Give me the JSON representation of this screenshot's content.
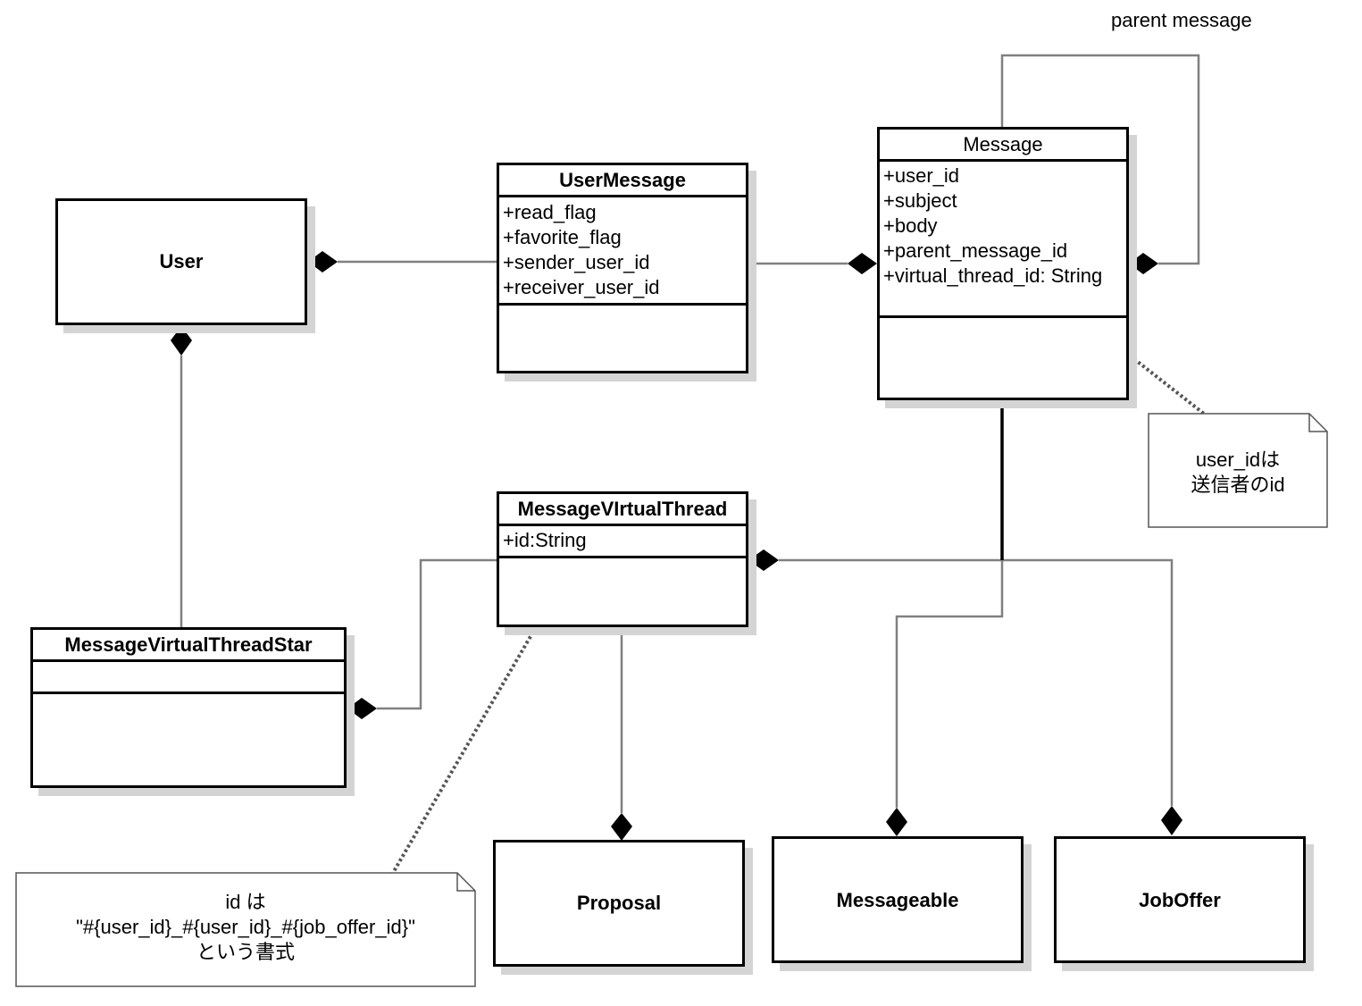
{
  "labels": {
    "parent_message": "parent message"
  },
  "classes": {
    "user": {
      "name": "User"
    },
    "user_message": {
      "name": "UserMessage",
      "attributes": [
        "+read_flag",
        "+favorite_flag",
        "+sender_user_id",
        "+receiver_user_id"
      ]
    },
    "message": {
      "name": "Message",
      "attributes": [
        "+user_id",
        "+subject",
        "+body",
        "+parent_message_id",
        "+virtual_thread_id: String"
      ]
    },
    "message_virtual_thread": {
      "name": "MessageVIrtualThread",
      "attributes": [
        "+id:String"
      ]
    },
    "message_virtual_thread_star": {
      "name": "MessageVirtualThreadStar"
    },
    "proposal": {
      "name": "Proposal"
    },
    "messageable": {
      "name": "Messageable"
    },
    "job_offer": {
      "name": "JobOffer"
    }
  },
  "notes": {
    "user_id_note": [
      "user_idは",
      "送信者のid"
    ],
    "id_format_note": [
      "id は",
      "\"#{user_id}_#{user_id}_#{job_offer_id}\"",
      "という書式"
    ]
  },
  "colors": {
    "line": "#808080",
    "border": "#000000",
    "shadow": "#d4d4d4"
  }
}
